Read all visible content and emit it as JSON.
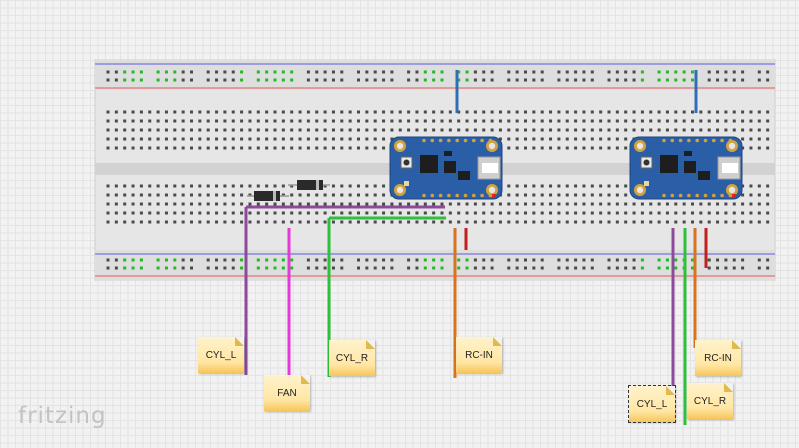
{
  "app": {
    "logo": "fritzing"
  },
  "colors": {
    "wire_purple": "#8e4a9a",
    "wire_magenta": "#e637d9",
    "wire_green": "#2fbf3a",
    "wire_orange": "#d8731f",
    "wire_red": "#c21f1f",
    "wire_blue": "#2d6fb5",
    "breadboard": "#e6e6e6",
    "pcb_blue": "#2a5fa8"
  },
  "notes": [
    {
      "id": "cyl-l-left",
      "label": "CYL_L"
    },
    {
      "id": "fan",
      "label": "FAN"
    },
    {
      "id": "cyl-r-left",
      "label": "CYL_R"
    },
    {
      "id": "rc-in-left",
      "label": "RC-IN"
    },
    {
      "id": "rc-in-right",
      "label": "RC-IN"
    },
    {
      "id": "cyl-l-right",
      "label": "CYL_L"
    },
    {
      "id": "cyl-r-right",
      "label": "CYL_R"
    }
  ]
}
